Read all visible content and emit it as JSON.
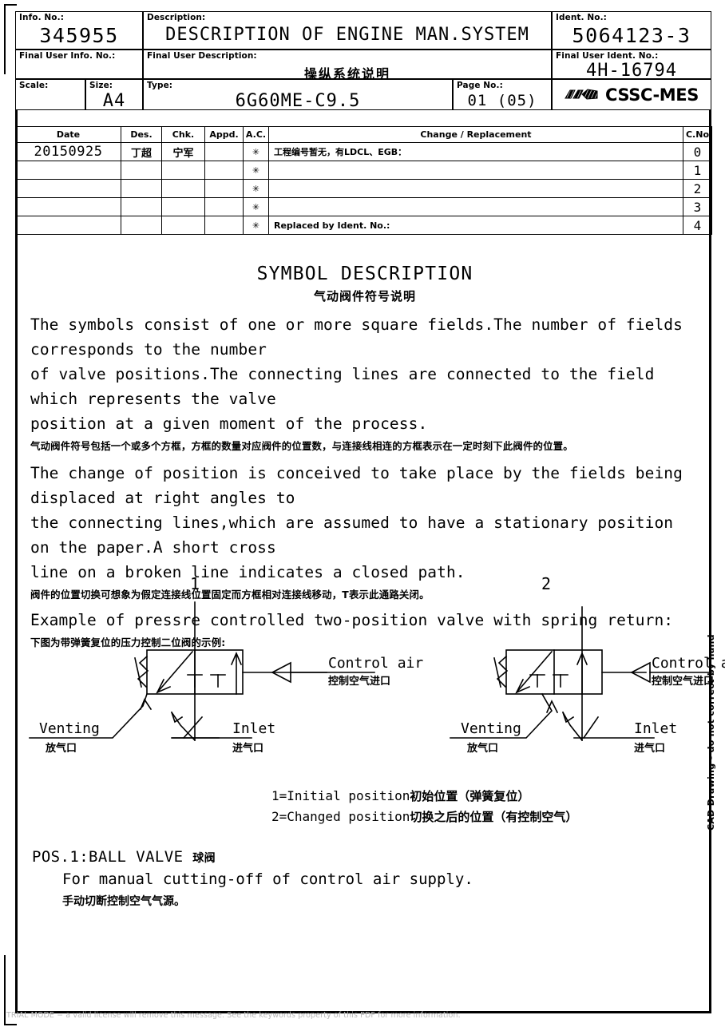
{
  "title_block": {
    "info_no": {
      "caption": "Info. No.:",
      "value": "345955"
    },
    "description": {
      "caption": "Description:",
      "value": "DESCRIPTION OF ENGINE MAN.SYSTEM"
    },
    "ident_no": {
      "caption": "Ident. No.:",
      "value": "5064123-3"
    },
    "final_user_info_no": {
      "caption": "Final User Info. No.:",
      "value": ""
    },
    "final_user_description": {
      "caption": "Final User Description:",
      "value": "操纵系统说明"
    },
    "final_user_ident_no": {
      "caption": "Final User Ident. No.:",
      "value": "4H-16794"
    },
    "scale": {
      "caption": "Scale:",
      "value": ""
    },
    "size": {
      "caption": "Size:",
      "value": "A4"
    },
    "type": {
      "caption": "Type:",
      "value": "6G60ME-C9.5"
    },
    "page_no": {
      "caption": "Page No.:",
      "value": "01  (05)"
    },
    "company": "CSSC-MES"
  },
  "revision_table": {
    "headers": {
      "date": "Date",
      "des": "Des.",
      "chk": "Chk.",
      "appd": "Appd.",
      "ac": "A.C.",
      "change": "Change / Replacement",
      "cno": "C.No"
    },
    "rows": [
      {
        "date": "20150925",
        "des": "丁超",
        "chk": "宁军",
        "appd": "",
        "ac": "✳",
        "change": "工程编号暂无，有LDCL、EGB：",
        "cno": "0"
      },
      {
        "date": "",
        "des": "",
        "chk": "",
        "appd": "",
        "ac": "✳",
        "change": "",
        "cno": "1"
      },
      {
        "date": "",
        "des": "",
        "chk": "",
        "appd": "",
        "ac": "✳",
        "change": "",
        "cno": "2"
      },
      {
        "date": "",
        "des": "",
        "chk": "",
        "appd": "",
        "ac": "✳",
        "change": "",
        "cno": "3"
      },
      {
        "date": "",
        "des": "",
        "chk": "",
        "appd": "",
        "ac": "✳",
        "change": "Replaced by Ident. No.:",
        "cno": "4"
      }
    ]
  },
  "content": {
    "heading_en": "SYMBOL DESCRIPTION",
    "heading_cn": "气动阀件符号说明",
    "para1_en": "The symbols consist of one or more square fields.The number of fields corresponds to the number\nof valve positions.The connecting lines are connected to the field which represents the valve\nposition at a given moment of the process.",
    "para1_cn": "气动阀件符号包括一个或多个方框，方框的数量对应阀件的位置数，与连接线相连的方框表示在一定时刻下此阀件的位置。",
    "para2_en": "The change of position is conceived to take place by the fields being displaced at right angles to\nthe connecting lines,which are assumed to have a stationary position on the paper.A short cross\nline on a broken line indicates a closed path.",
    "para2_cn": "阀件的位置切换可想象为假定连接线位置固定而方框相对连接线移动，T表示此通路关闭。",
    "para3_en": "Example of pressre controlled two-position valve with spring return:",
    "para3_cn": "下图为带弹簧复位的压力控制二位阀的示例:"
  },
  "diagram": {
    "valve1": {
      "number": "1",
      "control_air_en": "Control air",
      "control_air_cn": "控制空气进口",
      "venting_en": "Venting",
      "venting_cn": "放气口",
      "inlet_en": "Inlet",
      "inlet_cn": "进气口"
    },
    "valve2": {
      "number": "2",
      "control_air_en": "Control air",
      "control_air_cn": "控制空气进口",
      "venting_en": "Venting",
      "venting_cn": "放气口",
      "inlet_en": "Inlet",
      "inlet_cn": "进气口"
    }
  },
  "legend": {
    "line1_en": "1=Initial position",
    "line1_cn": "初始位置（弹簧复位）",
    "line2_en": "2=Changed position",
    "line2_cn": "切换之后的位置（有控制空气）"
  },
  "pos1": {
    "title_en": "POS.1:BALL VALVE",
    "title_cn": "球阀",
    "desc_en": "For manual cutting-off of control air supply.",
    "desc_cn": "手动切断控制空气气源。"
  },
  "vertical_note": "CAD Drawing - do not correct by hand",
  "footer": "TRIAL MODE − a valid license will remove this message. See the keywords property of this PDF for more information.",
  "colors": {
    "ink": "#000000",
    "paper": "#ffffff",
    "watermark": "#b9b9b9"
  }
}
